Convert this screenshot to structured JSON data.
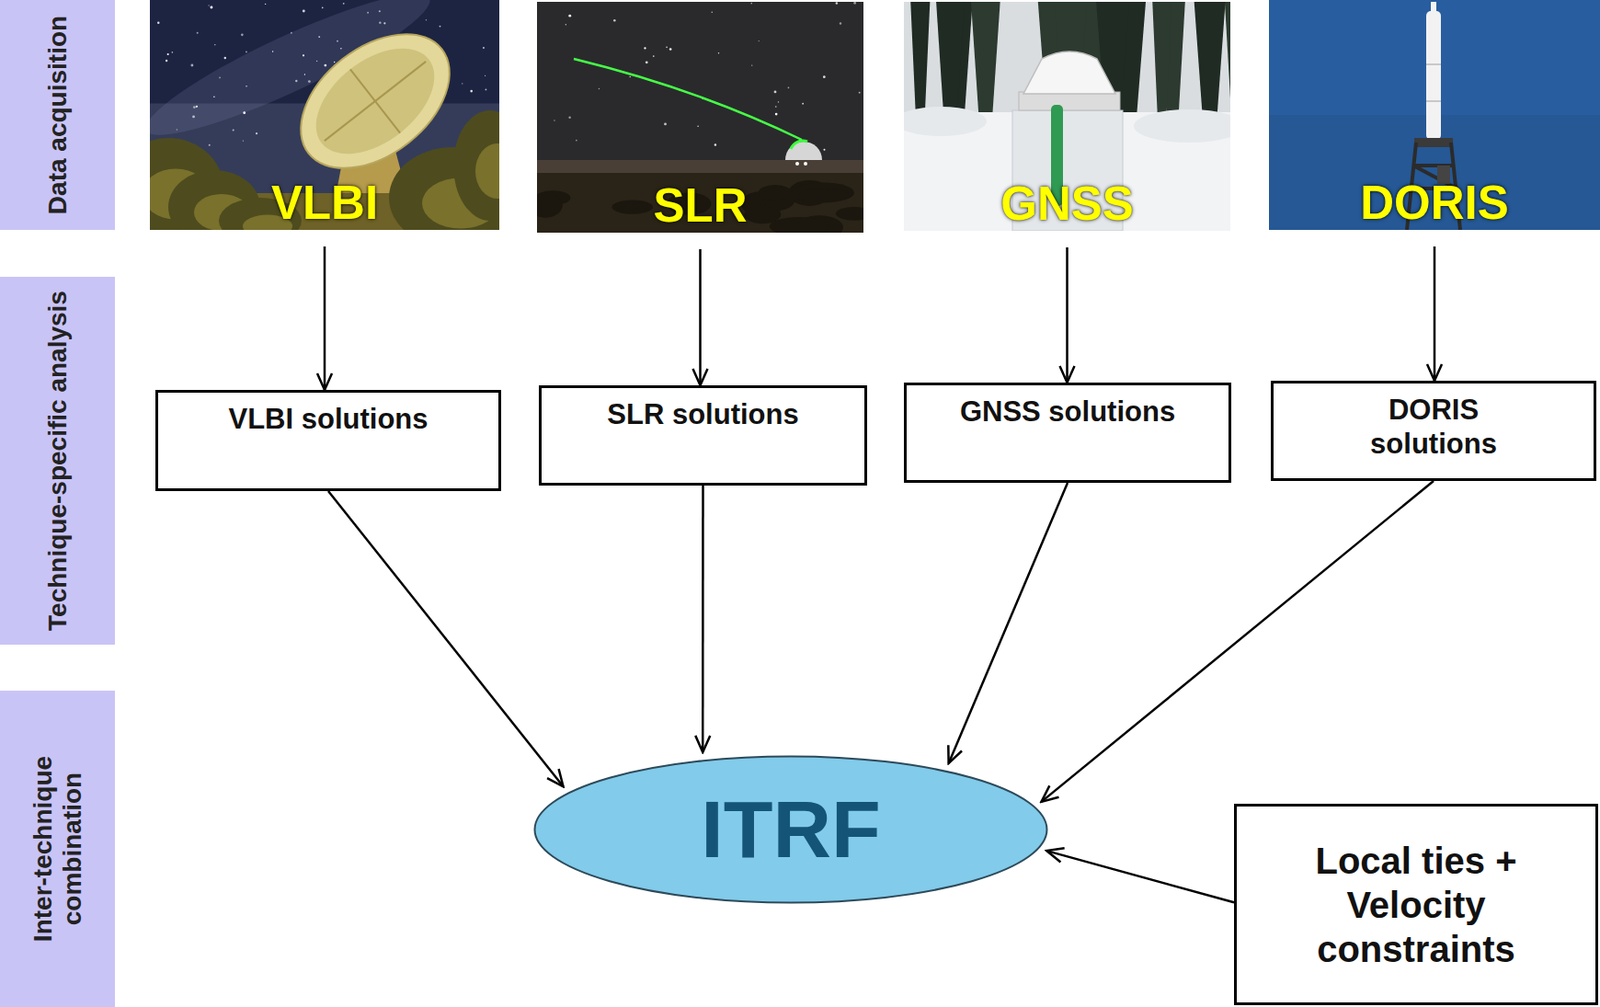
{
  "diagram": {
    "nodes": [
      {
        "text": [
          "Data acquisition"
        ]
      },
      {
        "text": [
          "VLBI"
        ]
      },
      {
        "text": [
          "SLR"
        ]
      },
      {
        "text": [
          "GNSS"
        ]
      },
      {
        "text": [
          "DORIS"
        ]
      },
      {
        "text": [
          "Technique-specific analysis"
        ]
      },
      {
        "text": [
          "VLBI solutions"
        ]
      },
      {
        "text": [
          "SLR solutions"
        ]
      },
      {
        "text": [
          "GNSS solutions"
        ]
      },
      {
        "text": [
          "DORIS solutions"
        ]
      },
      {
        "text": [
          "Inter-technique combination"
        ]
      },
      {
        "text": [
          "ITRF"
        ]
      },
      {
        "text": [
          "Local ties + Velocity constraints"
        ]
      }
    ],
    "edges": [
      {
        "from": 1,
        "to": 6,
        "arrow": "to"
      },
      {
        "from": 2,
        "to": 7,
        "arrow": "to"
      },
      {
        "from": 3,
        "to": 8,
        "arrow": "to"
      },
      {
        "from": 4,
        "to": 9,
        "arrow": "to"
      },
      {
        "from": 6,
        "to": 11,
        "arrow": "to"
      },
      {
        "from": 7,
        "to": 11,
        "arrow": "to"
      },
      {
        "from": 8,
        "to": 11,
        "arrow": "to"
      },
      {
        "from": 9,
        "to": 11,
        "arrow": "to"
      },
      {
        "from": 12,
        "to": 11,
        "arrow": "to"
      }
    ]
  }
}
